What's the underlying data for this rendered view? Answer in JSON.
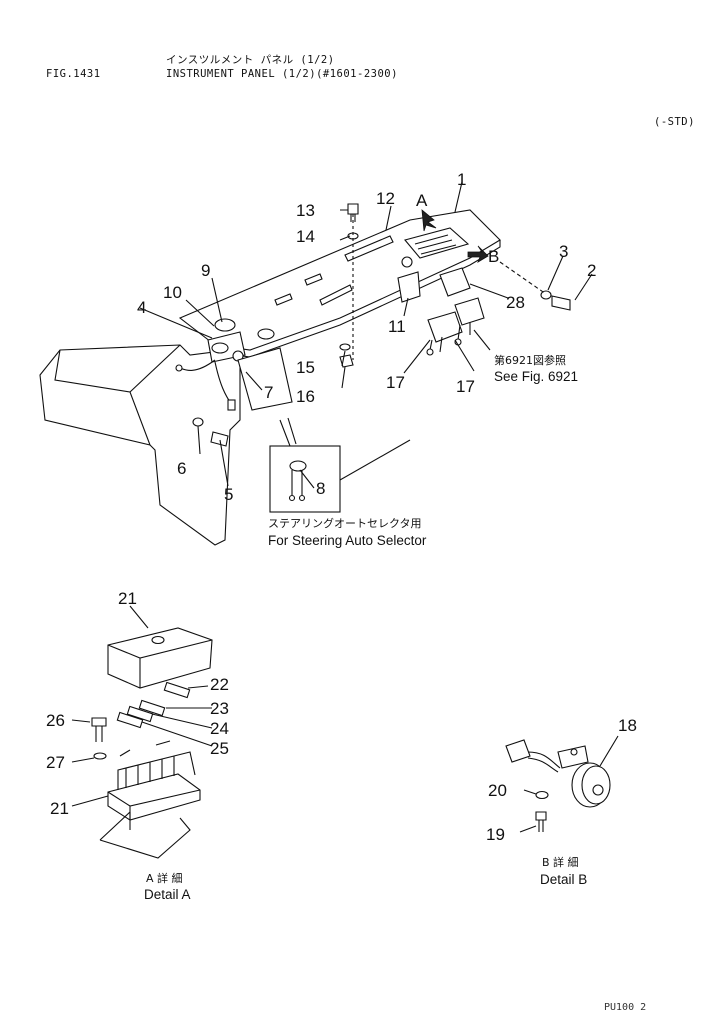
{
  "header": {
    "jp_title": "インスツルメント パネル (1/2)",
    "fig_number": "FIG.1431",
    "title": "INSTRUMENT PANEL (1/2)(#1601-2300)",
    "spec": "(-STD)"
  },
  "main_callouts": {
    "c1": "1",
    "c2": "2",
    "c3": "3",
    "c4": "4",
    "c5": "5",
    "c6": "6",
    "c7": "7",
    "c8": "8",
    "c9": "9",
    "c10": "10",
    "c11": "11",
    "c12": "12",
    "c13": "13",
    "c14": "14",
    "c15": "15",
    "c16": "16",
    "c17a": "17",
    "c17b": "17",
    "c28": "28"
  },
  "view_markers": {
    "a": "A",
    "b": "B"
  },
  "see_fig": {
    "jp": "第6921図参照",
    "en": "See Fig. 6921"
  },
  "steering_note": {
    "jp": "ステアリングオートセレクタ用",
    "en": "For Steering Auto Selector"
  },
  "detail_a": {
    "callouts": [
      "21",
      "22",
      "23",
      "24",
      "25",
      "26",
      "27",
      "21"
    ],
    "caption_jp": "A 詳 細",
    "caption_en": "Detail A"
  },
  "detail_b": {
    "callouts": [
      "18",
      "20",
      "19"
    ],
    "caption_jp": "B 詳 細",
    "caption_en": "Detail B"
  },
  "footer_code": "PU100 2"
}
